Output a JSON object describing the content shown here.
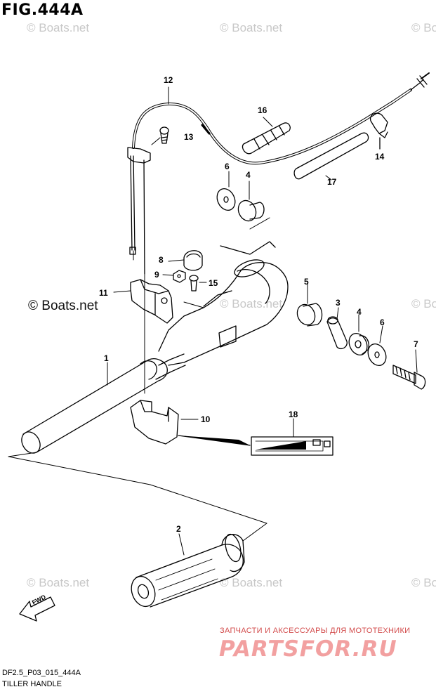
{
  "figure": {
    "title": "FIG.444A",
    "code": "DF2.5_P03_015_444A",
    "name": "TILLER HANDLE"
  },
  "watermark": {
    "text": "© Boats.net",
    "dark_text": "© Boats.net"
  },
  "parts": [
    {
      "ref": "1"
    },
    {
      "ref": "2"
    },
    {
      "ref": "3"
    },
    {
      "ref": "4"
    },
    {
      "ref": "4"
    },
    {
      "ref": "5"
    },
    {
      "ref": "6"
    },
    {
      "ref": "6"
    },
    {
      "ref": "7"
    },
    {
      "ref": "8"
    },
    {
      "ref": "9"
    },
    {
      "ref": "10"
    },
    {
      "ref": "11"
    },
    {
      "ref": "12"
    },
    {
      "ref": "13"
    },
    {
      "ref": "14"
    },
    {
      "ref": "15"
    },
    {
      "ref": "16"
    },
    {
      "ref": "17"
    },
    {
      "ref": "18"
    }
  ],
  "fwd_label": "FWD",
  "promo": {
    "tagline": "ЗАПЧАСТИ И АКСЕССУАРЫ ДЛЯ МОТОТЕХНИКИ",
    "logo": "PARTSFOR.RU"
  },
  "colors": {
    "line": "#000000",
    "watermark": "#c8c8c8",
    "promo_text": "#d24a4a",
    "promo_logo": "#f2a0a0"
  }
}
